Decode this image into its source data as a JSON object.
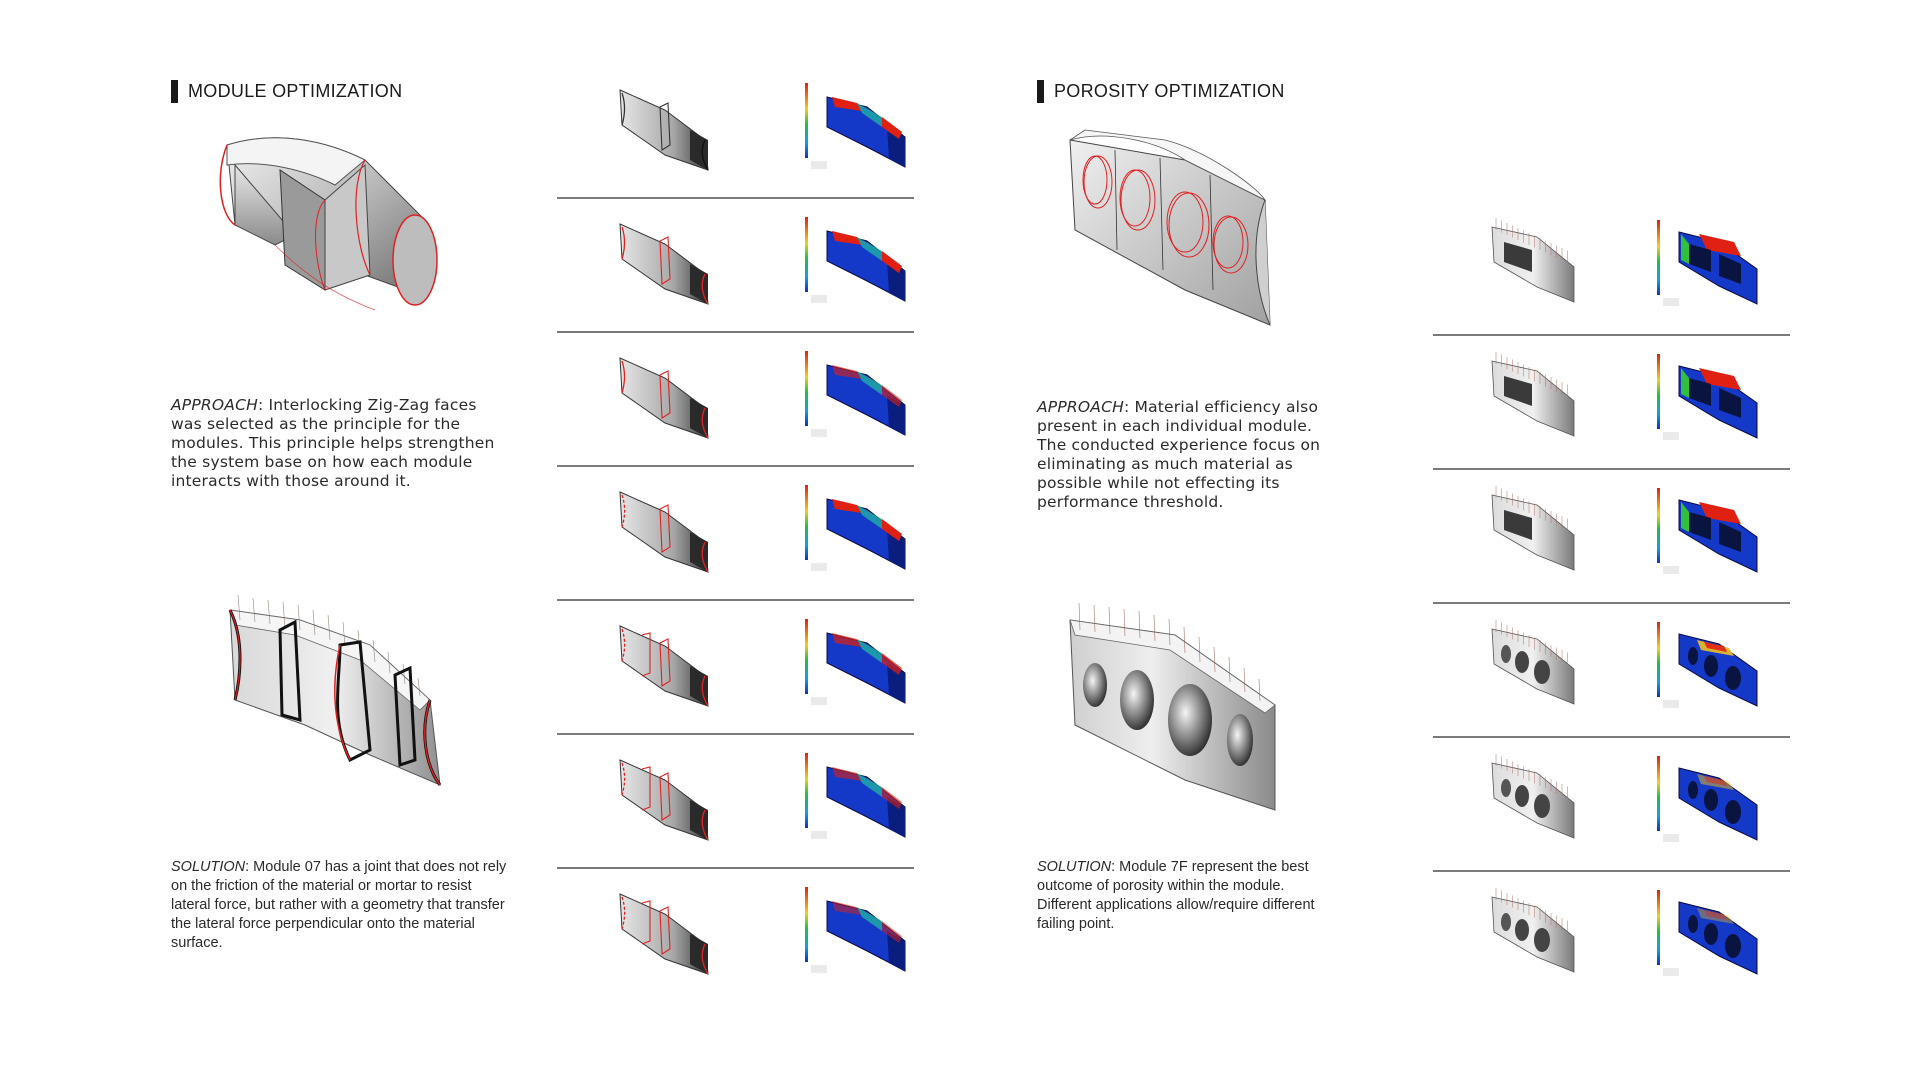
{
  "left": {
    "title": "MODULE OPTIMIZATION",
    "approach_label": "APPROACH",
    "approach_text": ": Interlocking Zig-Zag faces was selected as the principle for the modules. This principle helps strengthen the system base on how each module interacts with those around it.",
    "solution_label": "SOLUTION",
    "solution_text": ": Module  07 has a joint that does not rely on the friction of the material or mortar to resist lateral force, but rather with a geometry that transfer the lateral force  perpendicular onto the material surface.",
    "iteration_count": 7
  },
  "right": {
    "title": "POROSITY OPTIMIZATION",
    "approach_label": "APPROACH",
    "approach_text": ": Material efficiency also present in each individual module. The conducted experience focus on eliminating as much material as possible while not effecting its performance threshold.",
    "solution_label": "SOLUTION",
    "solution_text": ": Module  7F  represent the best outcome of porosity within the module. Different applications allow/require different failing point.",
    "iteration_count": 6
  },
  "colors": {
    "heading_bar": "#1a1a1a",
    "divider": "#7a7a7a",
    "edge_highlight": "#e02020",
    "fea_low": "#1030c0",
    "fea_mid": "#20c040",
    "fea_high": "#e02010"
  }
}
